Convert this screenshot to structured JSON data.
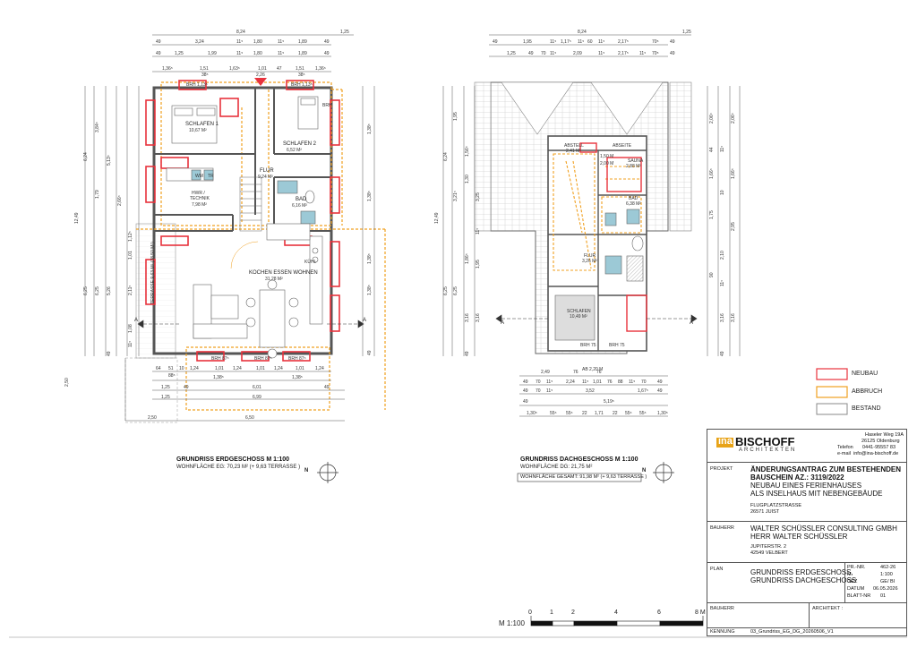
{
  "plans": {
    "eg": {
      "title": "GRUNDRISS ERDGESCHOSS  M 1:100",
      "area": "WOHNFLÄCHE EG: 70,23 M² (+ 9,63 TERRASSE )",
      "rooms": {
        "schlafen1": [
          "SCHLAFEN 1",
          "10,67 M²"
        ],
        "schlafen2": [
          "SCHLAFEN 2",
          "6,52 M²"
        ],
        "flur": [
          "FLUR",
          "9,24 M²"
        ],
        "hwr": [
          "HWR /",
          "TECHNIK",
          "7,98 M²"
        ],
        "bad": [
          "BAD",
          "6,16 M²"
        ],
        "kochen": [
          "KOCHEN ESSEN WOHNEN",
          "31,28 M²"
        ],
        "terrasse": "TERRASSE 9,63 M² (38,50 M²)",
        "wm": "WM",
        "tr": "TR",
        "kuehl": "KÜHL"
      },
      "top_dims": [
        "8,24",
        "1,25",
        "49",
        "3,24",
        "11⁵",
        "1,80",
        "11⁵",
        "1,89",
        "49",
        "49",
        "1,25",
        "1,99",
        "11⁵",
        "1,80",
        "11⁵",
        "1,89",
        "49",
        "1,36⁵",
        "1,51",
        "1,63⁵",
        "1,01",
        "47",
        "1,51",
        "1,36⁵",
        "2,26",
        "BRH 1,13⁵",
        "BRH 1,13⁵",
        "38⁵",
        "38⁵"
      ],
      "left_dims": [
        "12,49",
        "6,24",
        "3,84⁵",
        "5,13⁵",
        "1,79",
        "2,66⁵",
        "6,25",
        "5,26",
        "2,11⁵",
        "1,01",
        "1,12⁵",
        "6,25",
        "1,08",
        "11⁵",
        "49"
      ],
      "right_dims": [
        "1,38⁵",
        "1,38⁵",
        "1,38⁵",
        "1,38⁵",
        "BRH",
        "49"
      ],
      "bottom_dims": [
        "64",
        "51",
        "10",
        "1,24",
        "1,01",
        "1,24",
        "1,01",
        "1,24",
        "1,01",
        "1,24",
        "88⁵",
        "1,38⁵",
        "1,38⁵",
        "1,25",
        "49",
        "6,01",
        "49",
        "1,25",
        "6,99",
        "2,50",
        "6,50",
        "2,50",
        "BRH 87⁵",
        "BRH 87⁵",
        "BRH 87⁵"
      ],
      "section_marks": [
        "A",
        "A"
      ]
    },
    "dg": {
      "title": "GRUNDRISS DACHGESCHOSS  M 1:100",
      "area": "WOHNFLÄCHE DG: 21,75 M²",
      "area_total": "WOHNFLÄCHE GESAMT: 91,98 M² (+ 9,63 TERRASSE )",
      "rooms": {
        "abstell": [
          "ABSTELL",
          "2,41 M²"
        ],
        "abseite": "ABSEITE",
        "sauna": [
          "SAUNA",
          "2,88 M²"
        ],
        "bad": [
          "BAD",
          "6,38 M²"
        ],
        "flur": [
          "FLUR",
          "3,26 M²"
        ],
        "schlafen": [
          "SCHLAFEN",
          "10,49 M²"
        ],
        "heights": [
          "1,50 M",
          "2,00 M"
        ],
        "ab": "AB 2,20 M"
      },
      "top_dims": [
        "8,24",
        "1,25",
        "49",
        "1,95",
        "11⁵",
        "1,17⁵",
        "11⁵",
        "60",
        "11⁵",
        "2,17⁵",
        "70⁵",
        "49",
        "1,25",
        "49",
        "70",
        "11⁵",
        "2,09",
        "11⁵",
        "2,17⁵",
        "11⁵",
        "70⁵",
        "49"
      ],
      "left_dims": [
        "12,49",
        "6,24",
        "1,95",
        "1,56⁵",
        "1,30",
        "3,21⁵",
        "3,25",
        "11⁵",
        "1,95",
        "6,25",
        "6,25",
        "1,86⁵",
        "3,16",
        "3,16",
        "49"
      ],
      "right_dims": [
        "2,06⁵",
        "2,06⁵",
        "44",
        "11⁵",
        "1,66⁵",
        "1,66⁵",
        "10",
        "1,75",
        "2,95",
        "2,10",
        "90",
        "11⁵",
        "3,16",
        "3,16",
        "49"
      ],
      "bottom_dims": [
        "2,49",
        "76",
        "76",
        "49",
        "70",
        "11⁵",
        "2,24",
        "11⁵",
        "1,01",
        "76",
        "88",
        "11⁵",
        "70",
        "49",
        "49",
        "70",
        "11⁵",
        "3,52",
        "1,67⁵",
        "49",
        "49",
        "5,19⁵",
        "1,30⁵",
        "55⁵",
        "55⁵",
        "22",
        "1,71",
        "22",
        "55⁵",
        "55⁵",
        "1,30⁵",
        "BRH 75",
        "BRH 75"
      ],
      "section_marks": [
        "A",
        "A"
      ]
    }
  },
  "north_label": "N",
  "legend": [
    {
      "label": "NEUBAU",
      "color": "#e8323c"
    },
    {
      "label": "ABBRUCH",
      "color": "#f0a020"
    },
    {
      "label": "BESTAND",
      "color": "#888888"
    }
  ],
  "title_block": {
    "logo_prefix": "ina",
    "logo_name": "BISCHOFF",
    "logo_sub": "ARCHITEKTEN",
    "address": [
      "Haseler Weg 19A",
      "26125 Oldenburg",
      "0441-95557 83",
      "info@ina-bischoff.de"
    ],
    "contact_labels": [
      "Telefon",
      "e-mail"
    ],
    "projekt_label": "PROJEKT",
    "projekt_lines": [
      "ÄNDERUNGSANTRAG ZUM BESTEHENDEN",
      "BAUSCHEIN AZ.: 3119/2022",
      "NEUBAU EINES FERIENHAUSES",
      "ALS INSELHAUS MIT NEBENGEBÄUDE"
    ],
    "projekt_address": [
      "FLUGPLATZSTRASSE",
      "26571 JUIST"
    ],
    "bauherr_label": "BAUHERR",
    "bauherr_lines": [
      "WALTER SCHÜSSLER CONSULTING GMBH",
      "HERR WALTER SCHÜSSLER"
    ],
    "bauherr_address": [
      "JUPITERSTR. 2",
      "42549 VELBERT"
    ],
    "plan_label": "PLAN",
    "plan_lines": [
      "GRUNDRISS ERDGESCHOSS,",
      "GRUNDRISS DACHGESCHOSS"
    ],
    "meta": [
      {
        "k": "PR.-NR.",
        "v": "462-26"
      },
      {
        "k": "M",
        "v": "1:100"
      },
      {
        "k": "GEZ",
        "v": "GE/ BI"
      },
      {
        "k": "DATUM",
        "v": "06.05.2026"
      },
      {
        "k": "BLATT-NR",
        "v": "01"
      }
    ],
    "bauherr2_label": "BAUHERR",
    "architekt_label": "ARCHITEKT :",
    "kennung_label": "KENNUNG",
    "kennung_value": "03_Grundriss_EG_DG_20260506_V1"
  },
  "scale_bar": {
    "label": "M 1:100",
    "ticks": [
      "0",
      "1",
      "2",
      "4",
      "6",
      "8 M"
    ]
  }
}
